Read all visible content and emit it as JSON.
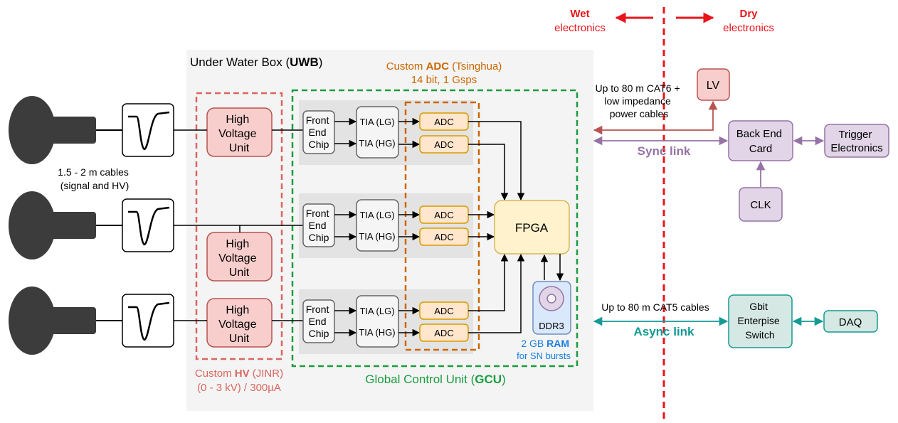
{
  "boundary": {
    "wet_title": "Wet",
    "wet_sub": "electronics",
    "dry_title": "Dry",
    "dry_sub": "electronics"
  },
  "uwb": {
    "title_prefix": "Under Water Box (",
    "title_bold": "UWB",
    "title_suffix": ")"
  },
  "adc_group": {
    "label_prefix": "Custom ",
    "label_bold": "ADC",
    "label_suffix": " (Tsinghua)",
    "spec": "14 bit, 1 Gsps"
  },
  "hv_group": {
    "label_prefix": "Custom ",
    "label_bold": "HV",
    "label_suffix": " (JINR)",
    "spec": "(0 - 3 kV) / 300µA"
  },
  "gcu": {
    "label_prefix": "Global Control Unit (",
    "label_bold": "GCU",
    "label_suffix": ")"
  },
  "cables_note": [
    "1.5 - 2 m cables",
    "(signal and HV)"
  ],
  "hvu_lines": [
    "High",
    "Voltage",
    "Unit"
  ],
  "fec_lines": [
    "Front",
    "End",
    "Chip"
  ],
  "tia_lg": "TIA (LG)",
  "tia_hg": "TIA (HG)",
  "adc": "ADC",
  "fpga": "FPGA",
  "ddr3": "DDR3",
  "ram": {
    "prefix": "2 GB ",
    "bold": "RAM",
    "sub": "for SN bursts"
  },
  "dry_side": {
    "lv": "LV",
    "cat6_note": [
      "Up to 80 m CAT6 +",
      "low impedance",
      "power cables"
    ],
    "sync_link": "Sync link",
    "backend_lines": [
      "Back End",
      "Card"
    ],
    "trigger_lines": [
      "Trigger",
      "Electronics"
    ],
    "clk": "CLK",
    "cat5_note": "Up to 80 m CAT5 cables",
    "async_link": "Async link",
    "switch_lines": [
      "Gbit",
      "Enterpise",
      "Switch"
    ],
    "daq": "DAQ"
  },
  "colors": {
    "wet_dry_red": "#e8141b",
    "hv_red": "#d9665f",
    "adc_orange": "#cc6600",
    "gcu_green": "#1a9c3e",
    "sync_purple": "#9673a6",
    "async_teal": "#139a94",
    "ram_blue": "#1a7fe0"
  }
}
